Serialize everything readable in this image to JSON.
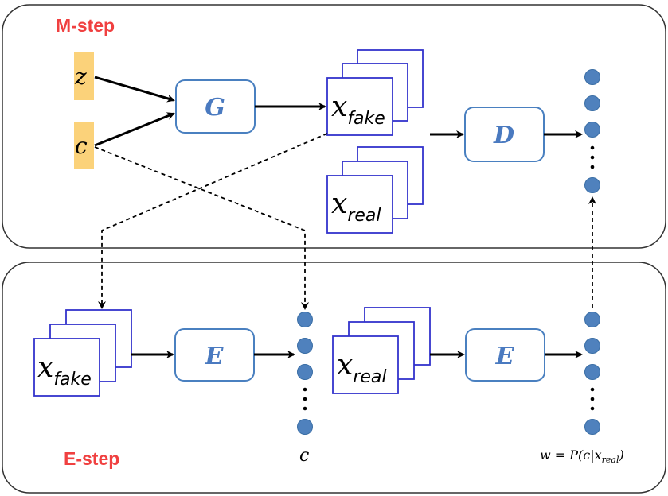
{
  "m_step": {
    "title": "M-step"
  },
  "e_step": {
    "title": "E-step"
  },
  "inputs": {
    "z": "z",
    "c": "c"
  },
  "blocks": {
    "generator": "G",
    "discriminator": "D",
    "encoder_fake": "E",
    "encoder_real": "E"
  },
  "stacks": {
    "m_fake": {
      "main": "x",
      "sub": "fake"
    },
    "m_real": {
      "main": "x",
      "sub": "real"
    },
    "e_fake": {
      "main": "x",
      "sub": "fake"
    },
    "e_real": {
      "main": "x",
      "sub": "real"
    }
  },
  "outputs": {
    "c_label": "c",
    "w_label": {
      "prefix": "w = P(c|x",
      "sub": "real",
      "suffix": ")"
    }
  },
  "colors": {
    "step_title": "#f04040",
    "block_text": "#4a7ac0",
    "block_border": "#4a80c0",
    "stack_border": "#3333cc",
    "node_fill": "#4f81bd",
    "node_stroke": "#3a6ea5",
    "input_fill": "#fbd27a",
    "panel_border": "#333333"
  }
}
